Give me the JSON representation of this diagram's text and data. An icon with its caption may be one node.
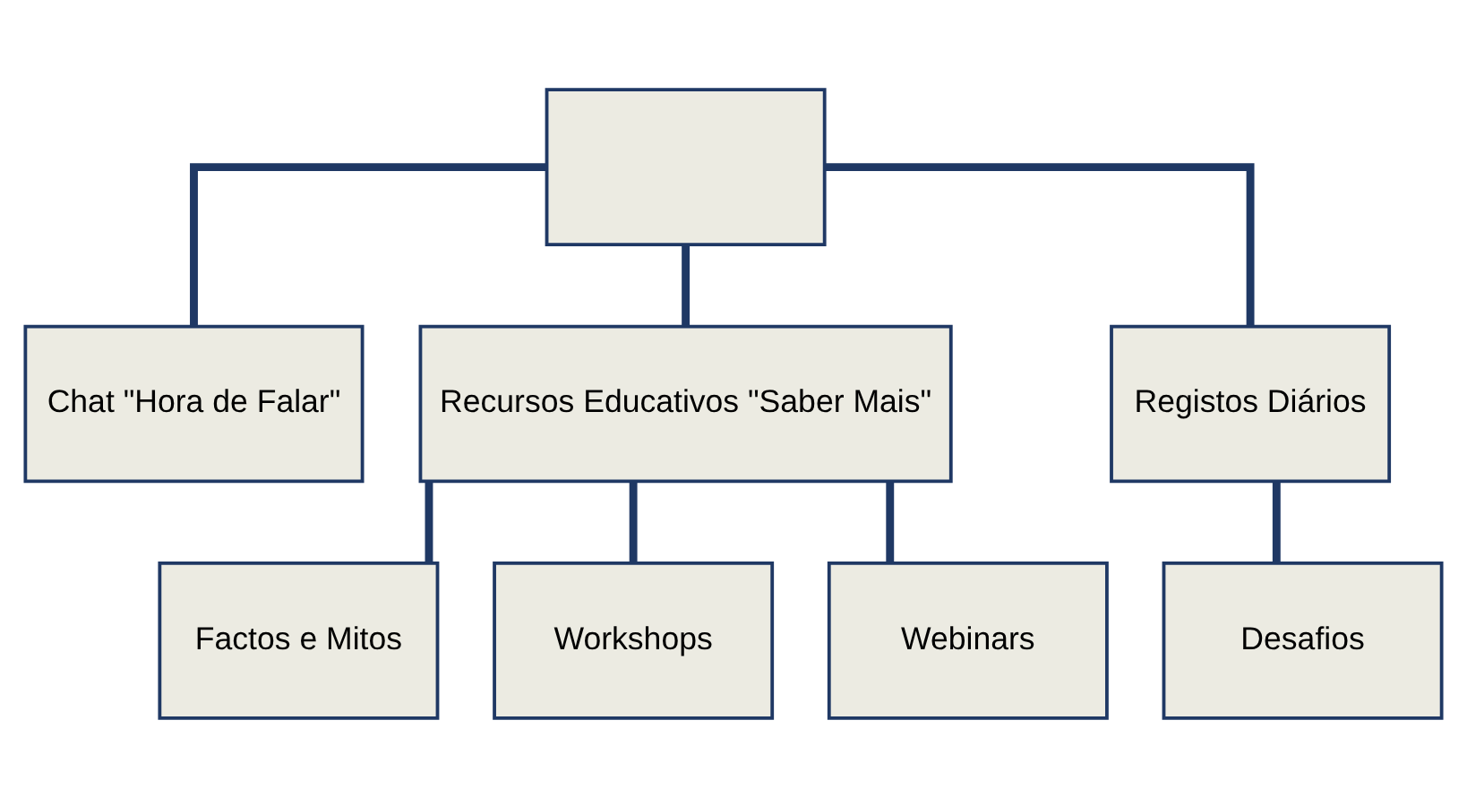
{
  "diagram": {
    "nodes": [
      {
        "text": [],
        "shape": "box"
      },
      {
        "text": [
          "Chat \"Hora de Falar\""
        ]
      },
      {
        "text": [
          "Recursos Educativos \"Saber Mais\""
        ]
      },
      {
        "text": [
          "Registos Diários"
        ]
      },
      {
        "text": [
          "Factos e Mitos"
        ]
      },
      {
        "text": [
          "Workshops"
        ]
      },
      {
        "text": [
          "Webinars"
        ]
      },
      {
        "text": [
          "Desafios"
        ]
      }
    ],
    "edges": [
      {
        "from": 0,
        "to": 1,
        "arrow": "none"
      },
      {
        "from": 0,
        "to": 2,
        "arrow": "none"
      },
      {
        "from": 0,
        "to": 3,
        "arrow": "none"
      },
      {
        "from": 2,
        "to": 4,
        "arrow": "none"
      },
      {
        "from": 2,
        "to": 5,
        "arrow": "none"
      },
      {
        "from": 2,
        "to": 6,
        "arrow": "none"
      },
      {
        "from": 3,
        "to": 7,
        "arrow": "none"
      }
    ]
  }
}
